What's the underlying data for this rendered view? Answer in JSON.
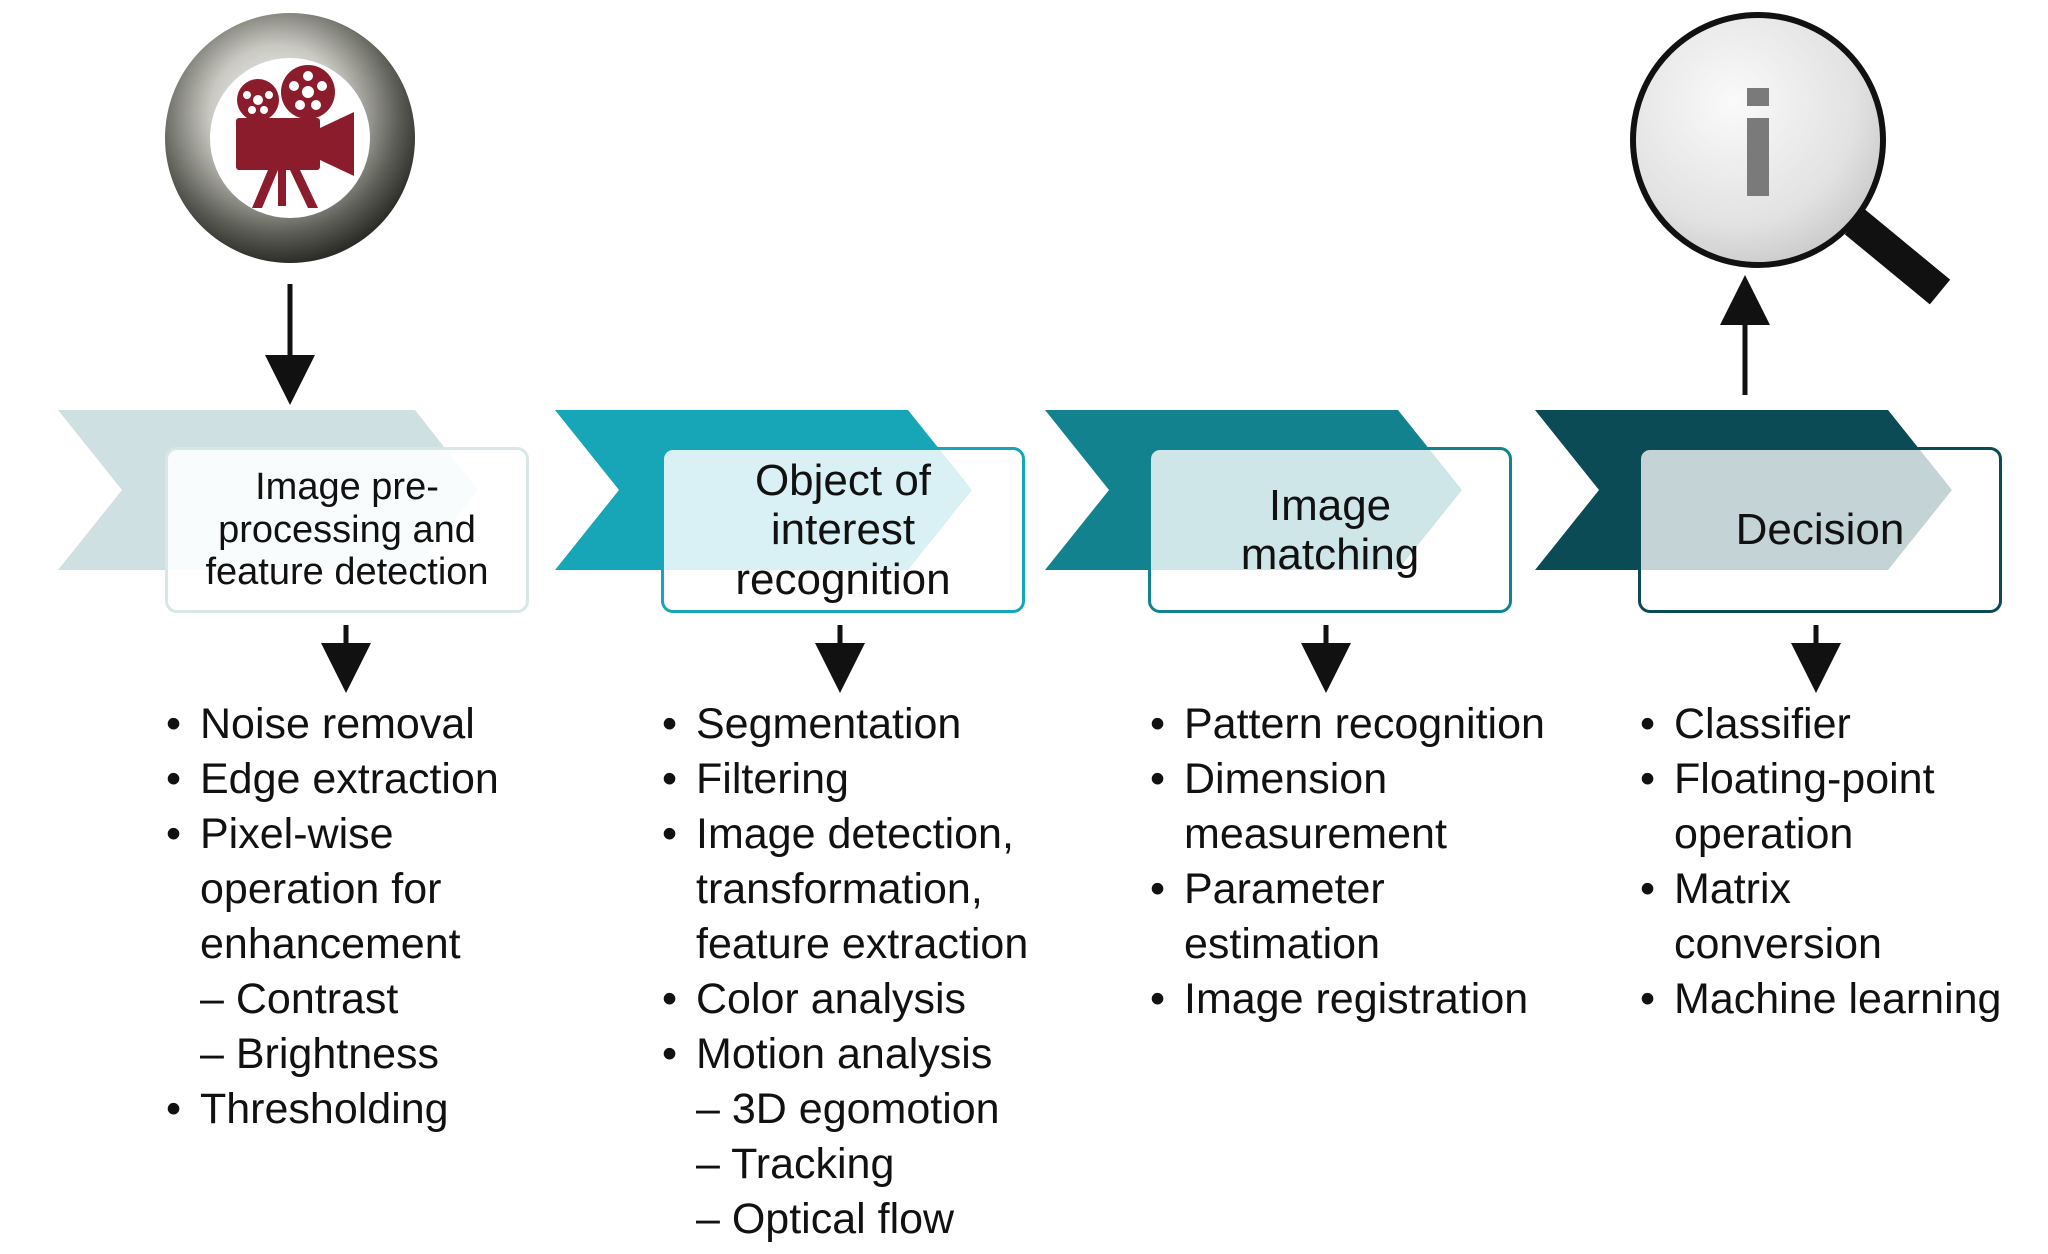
{
  "stages": [
    {
      "label_lines": [
        "Image pre-",
        "processing and",
        "feature detection"
      ],
      "items": [
        {
          "text": "Noise removal"
        },
        {
          "text": "Edge extraction"
        },
        {
          "text": "Pixel-wise",
          "cont": [
            "operation for",
            "enhancement"
          ]
        },
        {
          "text": "– Contrast",
          "sub": true
        },
        {
          "text": "– Brightness",
          "sub": true
        },
        {
          "text": "Thresholding"
        }
      ],
      "colors": {
        "chevron": "#cfe0e3",
        "border": "#d9e6e8"
      }
    },
    {
      "label_lines": [
        "Object of",
        "interest",
        "recognition"
      ],
      "items": [
        {
          "text": "Segmentation"
        },
        {
          "text": "Filtering"
        },
        {
          "text": "Image detection,",
          "cont": [
            "transformation,",
            "feature extraction"
          ]
        },
        {
          "text": "Color analysis"
        },
        {
          "text": "Motion analysis"
        },
        {
          "text": "– 3D egomotion",
          "sub": true
        },
        {
          "text": "– Tracking",
          "sub": true
        },
        {
          "text": "– Optical flow",
          "sub": true
        }
      ],
      "colors": {
        "chevron": "#17a6b7",
        "border": "#17a6b7"
      }
    },
    {
      "label_lines": [
        "Image",
        "matching"
      ],
      "items": [
        {
          "text": "Pattern recognition"
        },
        {
          "text": "Dimension",
          "cont": [
            "measurement"
          ]
        },
        {
          "text": "Parameter",
          "cont": [
            "estimation"
          ]
        },
        {
          "text": "Image registration"
        }
      ],
      "colors": {
        "chevron": "#12838e",
        "border": "#12838e"
      }
    },
    {
      "label_lines": [
        "Decision"
      ],
      "items": [
        {
          "text": "Classifier"
        },
        {
          "text": "Floating-point",
          "cont": [
            "operation"
          ]
        },
        {
          "text": "Matrix",
          "cont": [
            "conversion"
          ]
        },
        {
          "text": "Machine learning"
        }
      ],
      "colors": {
        "chevron": "#0b4b55",
        "border": "#0b4b55"
      }
    }
  ],
  "icons": {
    "input": "film-camera-icon",
    "output": "information-magnifier-icon",
    "camera_color": "#8b1c2c",
    "info_letter": "i"
  }
}
